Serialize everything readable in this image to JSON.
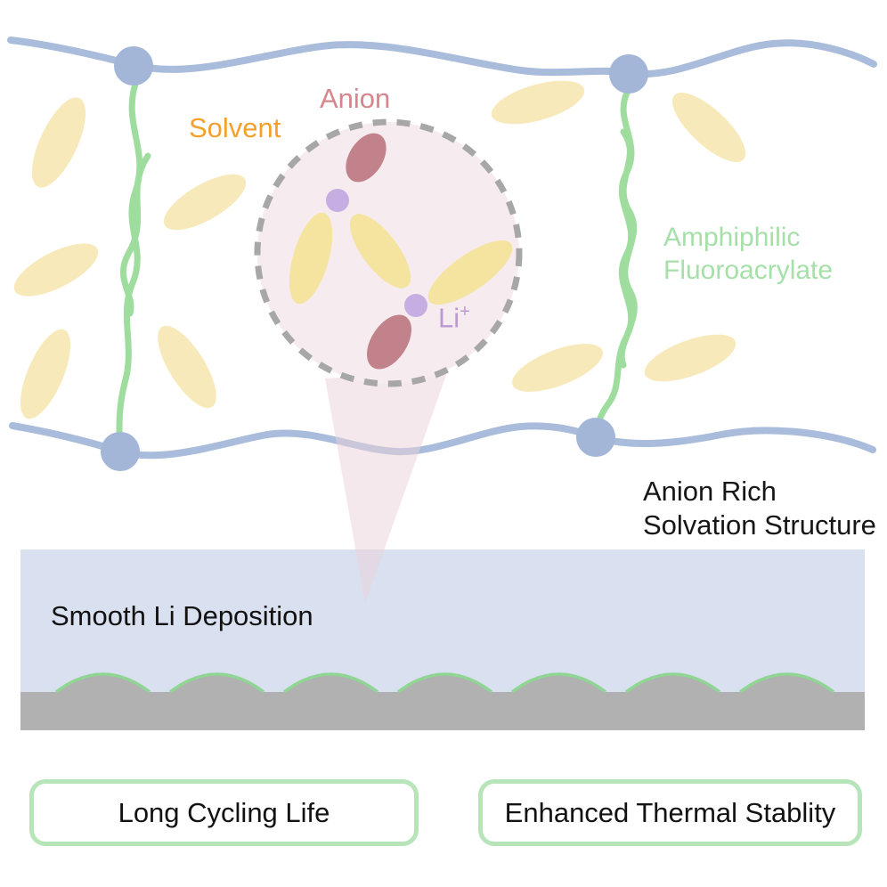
{
  "figure": {
    "solvent_label": "Solvent",
    "anion_label": "Anion",
    "amphiphilic_label_line1": "Amphiphilic",
    "amphiphilic_label_line2": "Fluoroacrylate",
    "li_ion_label": "Li",
    "li_ion_superscript": "+",
    "solvation_caption_line1": "Anion Rich",
    "solvation_caption_line2": "Solvation Structure",
    "deposition_label": "Smooth Li Deposition",
    "benefit_boxes": [
      {
        "label": "Long Cycling Life"
      },
      {
        "label": "Enhanced Thermal Stablity"
      }
    ],
    "colors": {
      "solvent_text": "#f5a02b",
      "anion_text": "#d5868c",
      "amphiphilic_text": "#a6e0a9",
      "li_ion_text": "#bb99d1",
      "caption_text": "#161616",
      "polymer_backbone": "#a9bcdb",
      "crosslink_node": "#a3b6d7",
      "fluoroacrylate_chain": "#9edd9e",
      "solvent_molecule": "#f7e9b9",
      "anion_molecule": "#c2828b",
      "li_ion_dot": "#c6aee2",
      "solvation_circle_fill": "#f6ebee",
      "solvation_circle_border": "#a7a7a7",
      "solvation_cone": "#ecd2da",
      "electrolyte_layer": "#d9e0ef",
      "electrode_layer": "#b1b1b1",
      "sei_line": "#8fd694",
      "benefit_box_border": "#b7e5b9"
    }
  }
}
